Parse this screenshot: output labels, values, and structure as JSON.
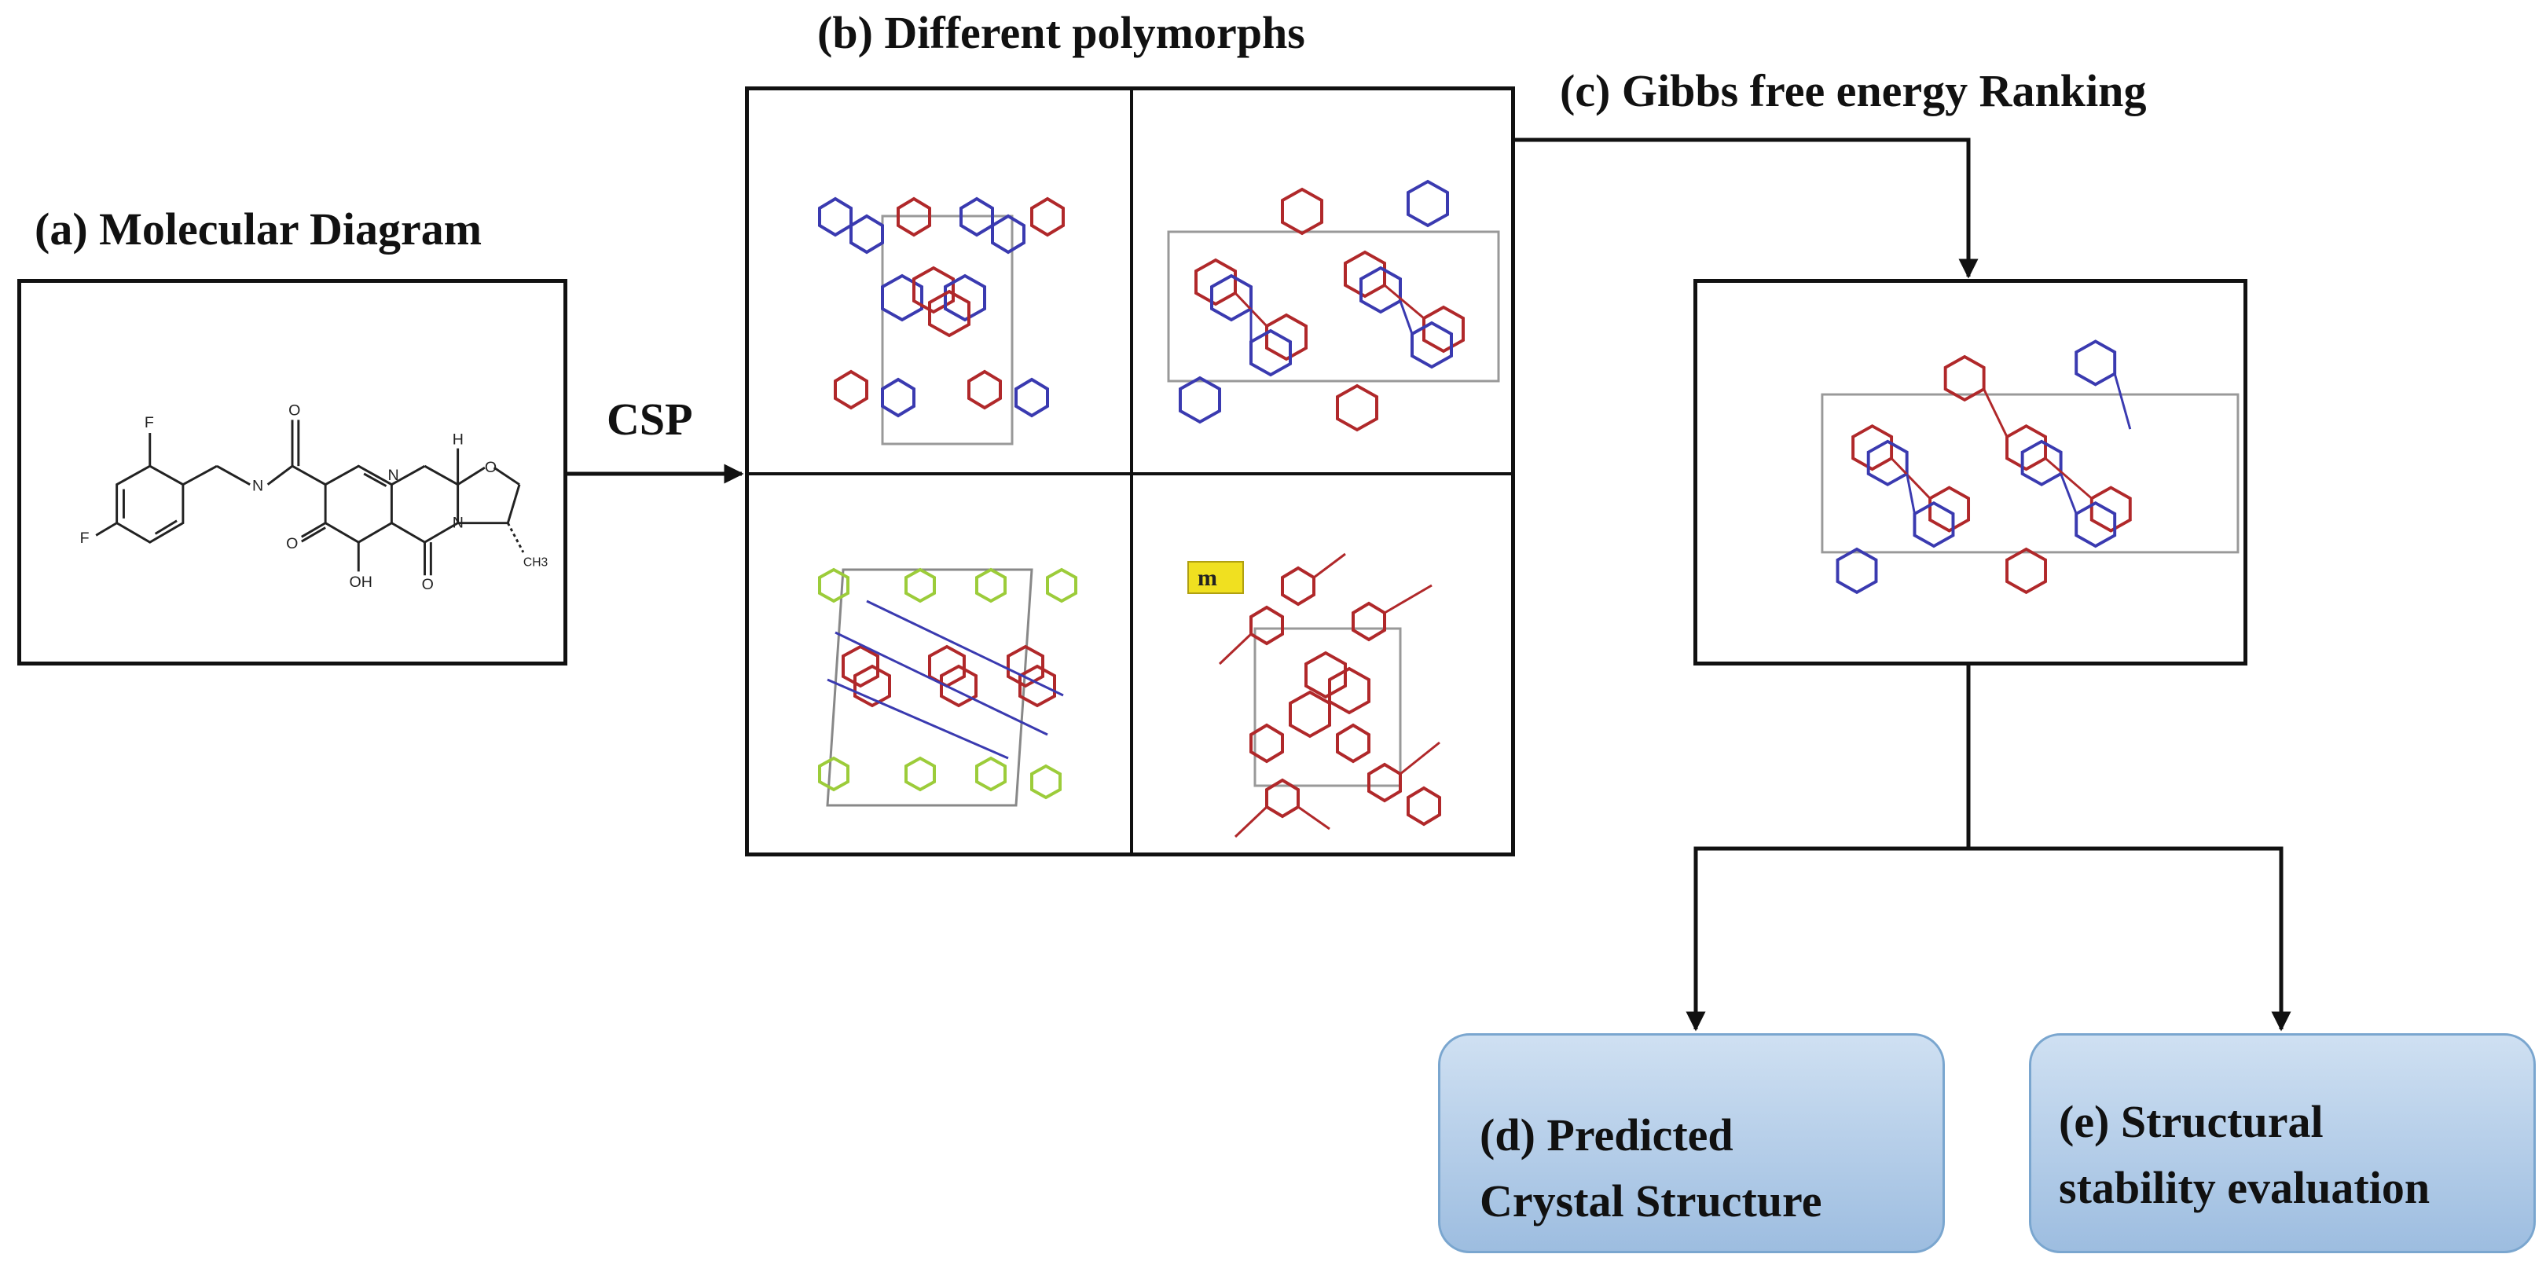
{
  "titles": {
    "a": "(a) Molecular Diagram",
    "b": "(b) Different polymorphs",
    "c": "(c) Gibbs free energy Ranking"
  },
  "arrow_label": "CSP",
  "molecule_atoms": {
    "f1": "F",
    "f2": "F",
    "o_amide": "O",
    "nh": "N",
    "h": "H",
    "n1": "N",
    "o_ring": "O",
    "o_keto": "O",
    "oh": "OH",
    "o2": "O",
    "n2": "N",
    "ch3": "CH3"
  },
  "panel4_tag": "m",
  "outputs": {
    "d_line1": "(d) Predicted",
    "d_line2": "Crystal Structure",
    "e_line1": "(e) Structural",
    "e_line2": "stability evaluation"
  },
  "colors": {
    "red": "#b0282a",
    "blue": "#3a3ab0",
    "green": "#9ccc3a",
    "pill_fill": "#b4cdea",
    "pill_border": "#7aa6cf"
  }
}
